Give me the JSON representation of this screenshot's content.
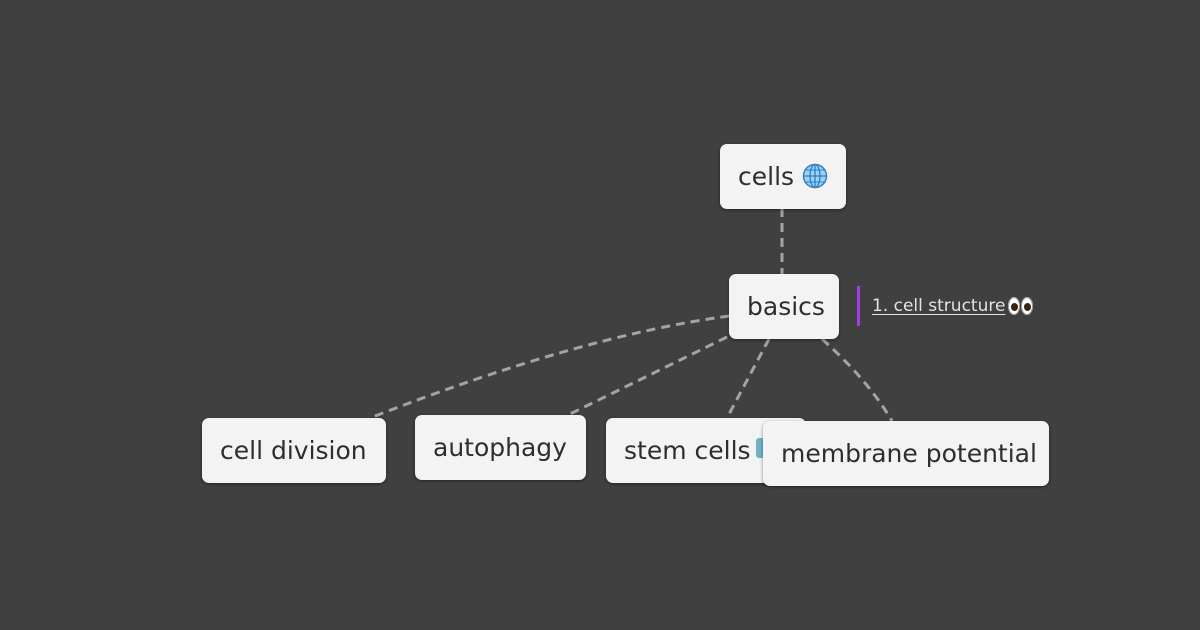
{
  "mindmap": {
    "root": {
      "label": "cells",
      "icon": "globe-icon"
    },
    "hub": {
      "label": "basics"
    },
    "children": [
      {
        "label": "cell division"
      },
      {
        "label": "autophagy"
      },
      {
        "label": "stem cells",
        "icon": "partially-hidden-icon"
      },
      {
        "label": "membrane potential"
      }
    ],
    "annotation": {
      "text": "1. cell structure",
      "icon": "eyes-icon",
      "accent_color": "#a23ee3"
    },
    "colors": {
      "background": "#404040",
      "node_fill": "#f3f3f3",
      "node_text": "#2e2e2e",
      "connector": "#a3a3a3"
    }
  }
}
